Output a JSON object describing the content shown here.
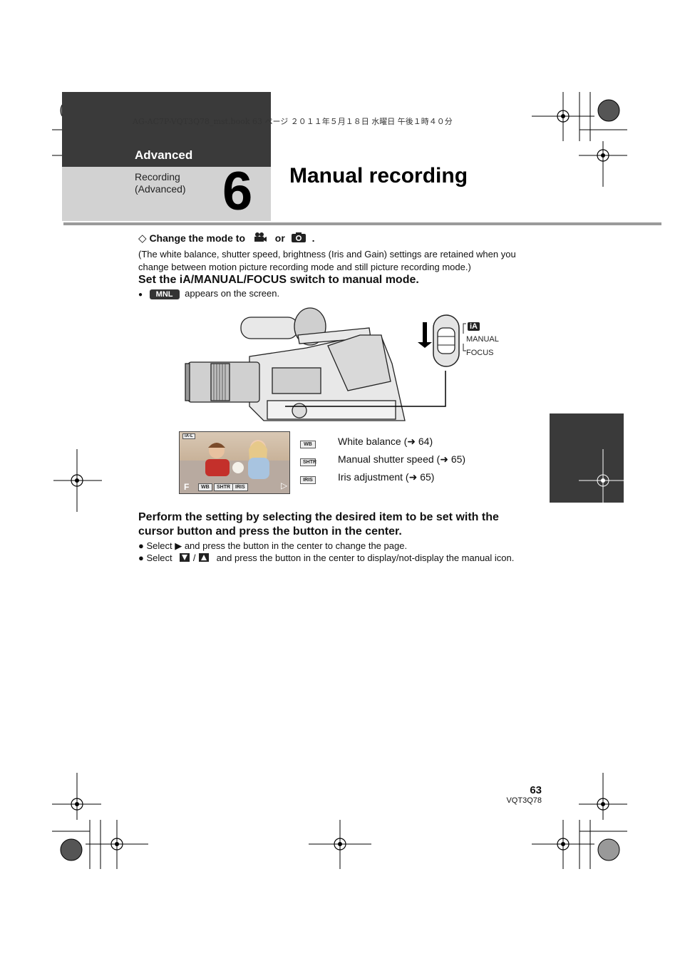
{
  "header": {
    "chapter": "Advanced",
    "section_line1": "Recording",
    "section_line2": "(Advanced)",
    "chapter_number": "6",
    "title": "Manual recording",
    "print_info": "AG-AC7P-VQT3Q78_mst.book  63 ページ  ２０１１年５月１８日  水曜日  午後１時４０分"
  },
  "prereq": {
    "diamond": "◇",
    "label": "Change the mode to",
    "or": "or",
    "period": ".",
    "note": "(The white balance, shutter speed, brightness (Iris and Gain) settings are retained when you change between motion picture recording mode and still picture recording mode.)"
  },
  "step1": {
    "heading": "Set the iA/MANUAL/FOCUS switch to manual mode.",
    "bullet": "●",
    "badge": "MNL",
    "bullet_text": "appears on the screen."
  },
  "switch_labels": {
    "ia": "iA",
    "manual": "MANUAL",
    "focus": "FOCUS"
  },
  "screen": {
    "mode_icon": "iA-L",
    "icons": [
      "WB",
      "SHTR",
      "IRIS"
    ]
  },
  "legend": [
    {
      "icon": "WB",
      "text": "White balance (➜ 64)"
    },
    {
      "icon": "SHTR",
      "text": "Manual shutter speed (➜ 65)"
    },
    {
      "icon": "IRIS",
      "text": "Iris adjustment (➜ 65)"
    }
  ],
  "step2": {
    "heading": "Perform the setting by selecting the desired item to be set with the cursor button and press the button in the center.",
    "bullets": [
      {
        "prefix": "● Select ",
        "symbol": "▶",
        "rest": " and press the button in the center to change the page."
      },
      {
        "prefix": "● Select ",
        "slash": " / ",
        "rest": " and press the button in the center to display/not-display the manual icon."
      }
    ]
  },
  "footer": {
    "page_number": "63",
    "code": "VQT3Q78"
  }
}
